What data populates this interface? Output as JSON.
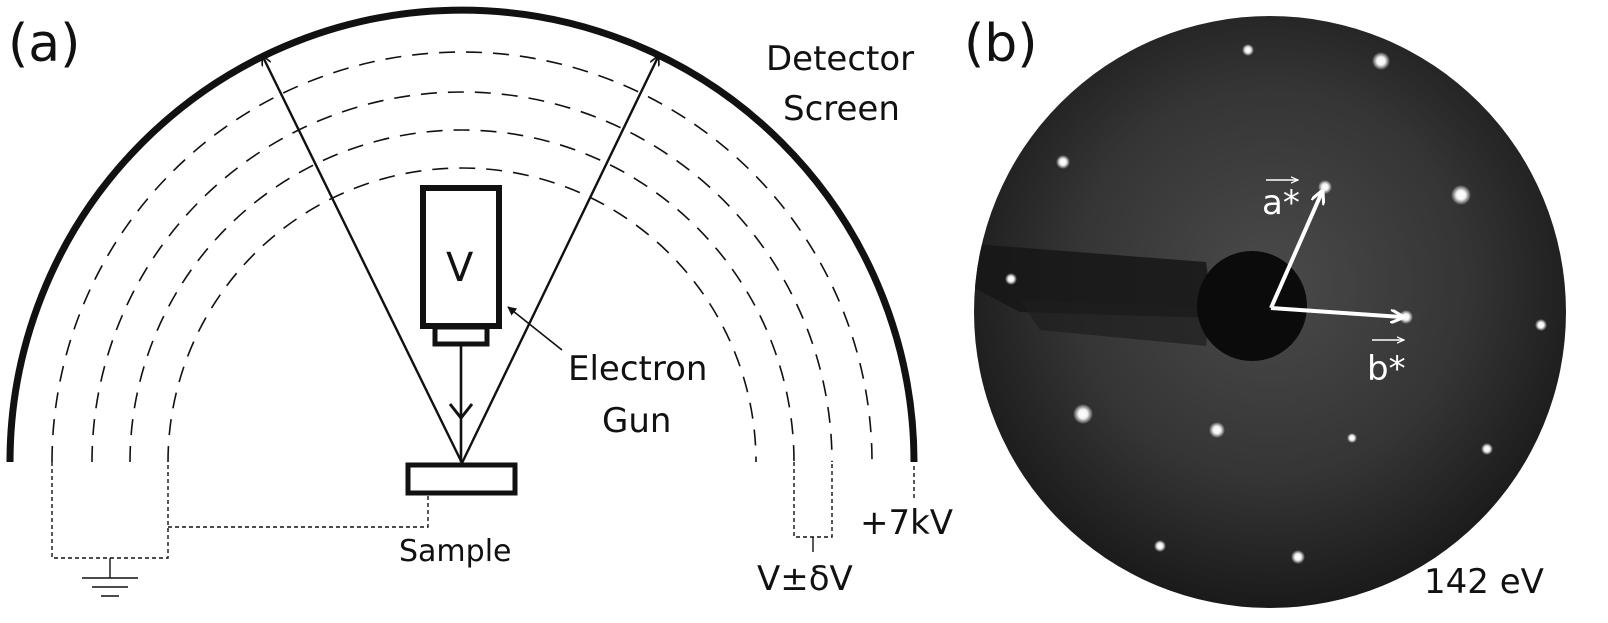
{
  "panel_a": {
    "label": "(a)",
    "detector_screen": [
      "Detector",
      "Screen"
    ],
    "gun_voltage": "V",
    "electron_gun": [
      "Electron",
      "Gun"
    ],
    "sample": "Sample",
    "retard_voltage": "V±δV",
    "screen_voltage": "+7kV"
  },
  "panel_b": {
    "label": "(b)",
    "vector_a": "a*",
    "vector_b": "b*",
    "energy": "142 eV"
  },
  "colors": {
    "line": "#111111",
    "screen_bg": "#2a2a2a",
    "spot": "#ffffff"
  }
}
